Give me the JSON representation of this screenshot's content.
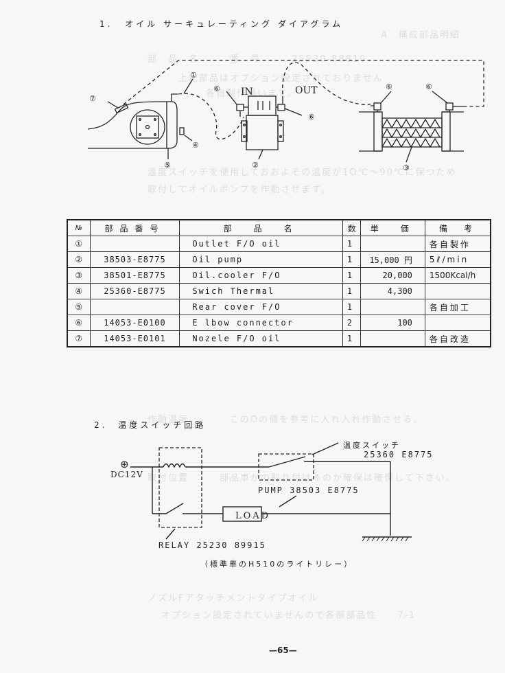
{
  "section1": {
    "number": "1.",
    "title": "オイル サーキュレーティング ダイアグラム"
  },
  "diagram1": {
    "labels": {
      "in": "IN",
      "out": "OUT"
    },
    "callouts": [
      "①",
      "②",
      "③",
      "④",
      "⑤",
      "⑥",
      "⑥",
      "⑥",
      "⑥",
      "⑦"
    ]
  },
  "parts_table": {
    "headers": [
      "№",
      "部品番号",
      "部　品　名",
      "数",
      "単　価",
      "備　考"
    ],
    "rows": [
      {
        "no": "①",
        "part_number": "",
        "name": "Outlet  F/O  oil",
        "qty": "1",
        "price": "",
        "note": "各自製作"
      },
      {
        "no": "②",
        "part_number": "38503-E8775",
        "name": "Oil pump",
        "qty": "1",
        "price": "15,000 円",
        "note": "5ℓ/min"
      },
      {
        "no": "③",
        "part_number": "38501-E8775",
        "name": "Oil.cooler  F/O",
        "qty": "1",
        "price": "20,000",
        "note": "1500Kcal/h"
      },
      {
        "no": "④",
        "part_number": "25360-E8775",
        "name": "Swich Thermal",
        "qty": "1",
        "price": "4,300",
        "note": ""
      },
      {
        "no": "⑤",
        "part_number": "",
        "name": "Rear cover F/O",
        "qty": "1",
        "price": "",
        "note": "各自加工"
      },
      {
        "no": "⑥",
        "part_number": "14053-E0100",
        "name": "E lbow connector",
        "qty": "2",
        "price": "100",
        "note": ""
      },
      {
        "no": "⑦",
        "part_number": "14053-E0101",
        "name": "Nozele F/O oil",
        "qty": "1",
        "price": "",
        "note": "各自改造"
      }
    ]
  },
  "section2": {
    "number": "2.",
    "title": "温度スイッチ回路"
  },
  "circuit": {
    "power_symbol": "⊕",
    "power_label": "DC12V",
    "thermo_switch_label": "温度スイッチ",
    "thermo_switch_part": "25360  E8775",
    "pump_label": "PUMP  38503  E8775",
    "load_label": "LOAD",
    "relay_label": "RELAY  25230  89915",
    "relay_note": "（標準車のH510のライトリレー）"
  },
  "footer": {
    "page_number": "—65—"
  }
}
